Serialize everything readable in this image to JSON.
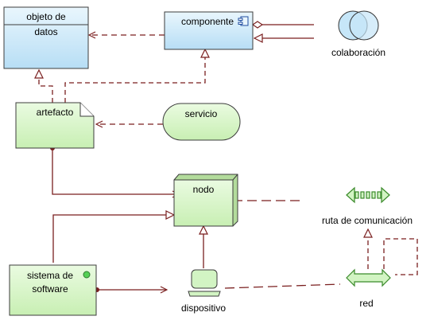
{
  "colors": {
    "passive_blue": "#c6e6f8",
    "technology_green": "#d2f4c3",
    "line": "#7a1f1f",
    "arrow_fill": "#ffffff",
    "status_green": "#55d055"
  },
  "elements": {
    "data_object": {
      "label_line1": "objeto de",
      "label_line2": "datos"
    },
    "component": {
      "label": "componente"
    },
    "collaboration": {
      "label": "colaboración"
    },
    "artifact": {
      "label": "artefacto"
    },
    "service": {
      "label": "servicio"
    },
    "node": {
      "label": "nodo"
    },
    "communication_path": {
      "label": "ruta de comunicación"
    },
    "system_software": {
      "label_line1": "sistema de",
      "label_line2": "software"
    },
    "device": {
      "label": "dispositivo"
    },
    "network": {
      "label": "red"
    }
  }
}
